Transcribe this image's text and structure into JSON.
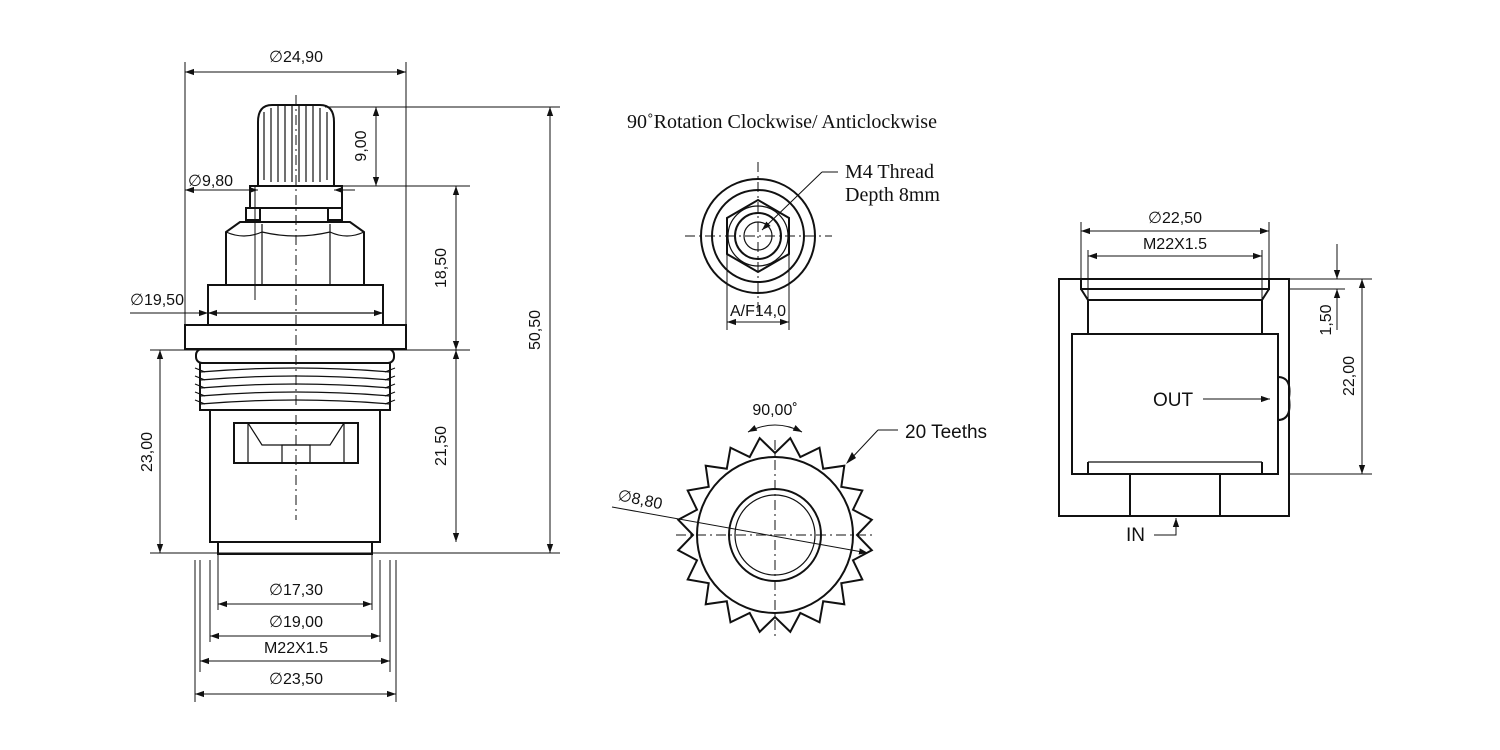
{
  "notes": {
    "rotation": "90˚Rotation Clockwise/ Anticlockwise",
    "thread_line1": "M4 Thread",
    "thread_line2": "Depth 8mm",
    "teeth": "20 Teeths",
    "out": "OUT",
    "in": "IN"
  },
  "side_view": {
    "dia_top": "∅24,90",
    "spline_height": "9,00",
    "dia_spline": "∅9,80",
    "nut_height": "18,50",
    "dia_flange": "∅19,50",
    "total_height": "50,50",
    "thread_height": "23,00",
    "body_height": "21,50",
    "dia_bottom1": "∅17,30",
    "dia_bottom2": "∅19,00",
    "thread_spec": "M22X1.5",
    "dia_bottom3": "∅23,50"
  },
  "top_view": {
    "hex_af": "A/F14,0"
  },
  "spline_view": {
    "angle": "90,00˚",
    "dia": "∅8,80"
  },
  "port_view": {
    "dia_top": "∅22,50",
    "thread_spec": "M22X1.5",
    "step": "1,50",
    "height": "22,00"
  },
  "colors": {
    "line": "#111111",
    "background": "#ffffff"
  }
}
